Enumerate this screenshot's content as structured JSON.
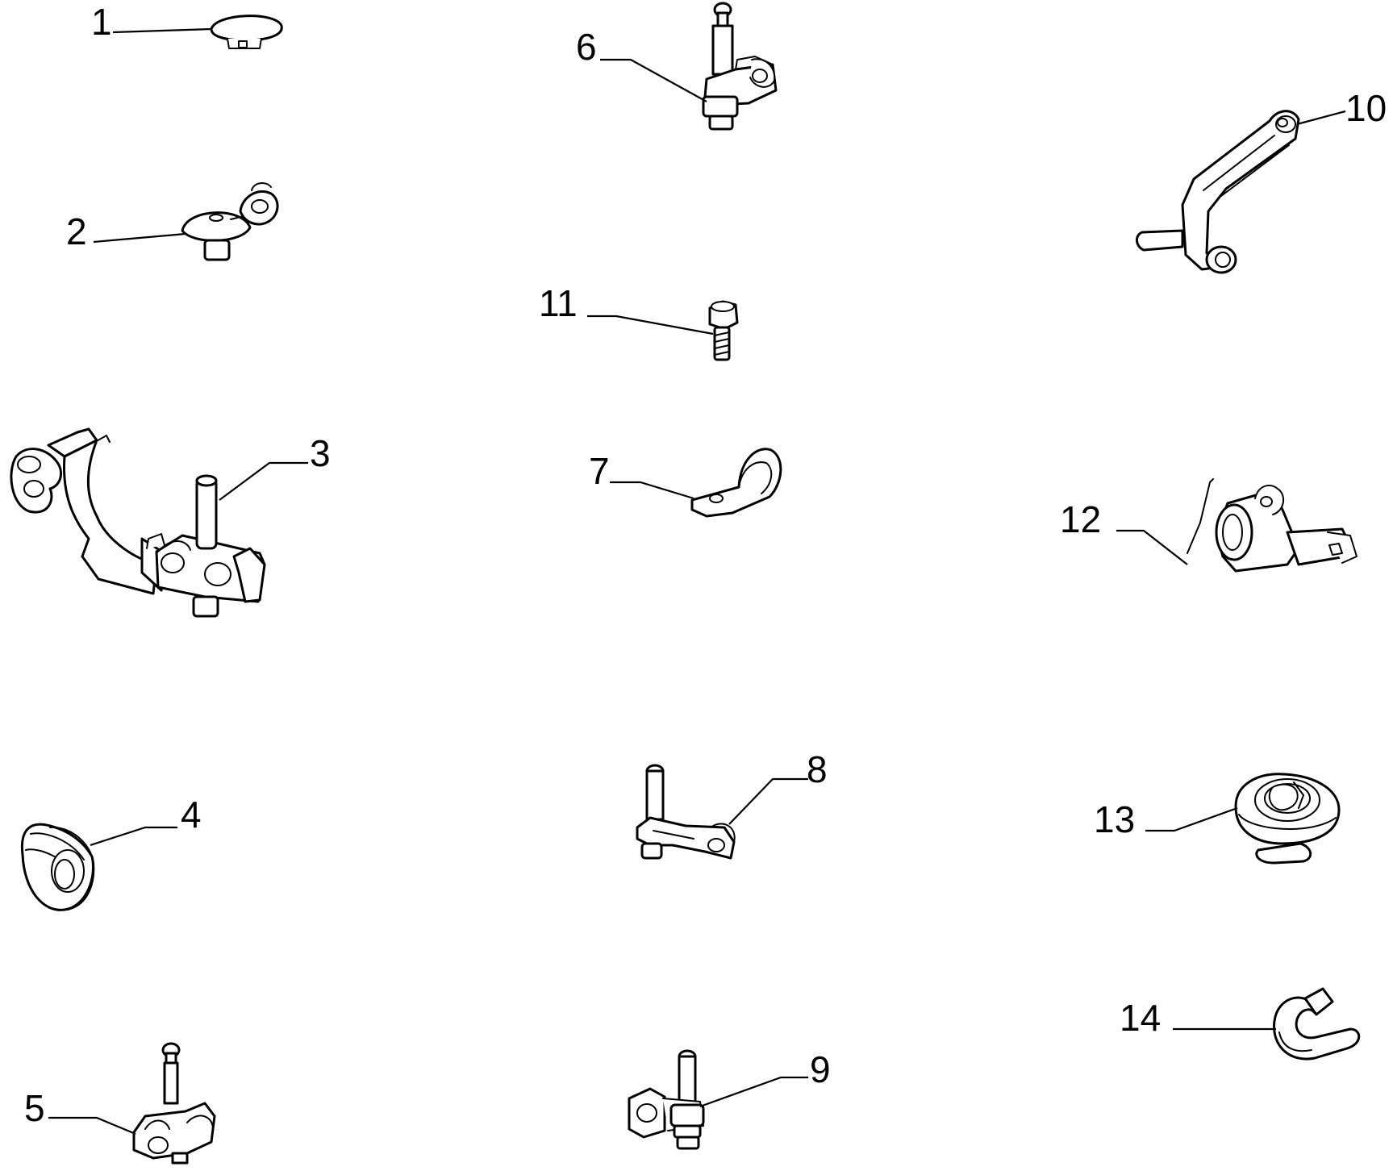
{
  "diagram": {
    "callouts": [
      {
        "id": "1",
        "text": "1"
      },
      {
        "id": "2",
        "text": "2"
      },
      {
        "id": "3",
        "text": "3"
      },
      {
        "id": "4",
        "text": "4"
      },
      {
        "id": "5",
        "text": "5"
      },
      {
        "id": "6",
        "text": "6"
      },
      {
        "id": "7",
        "text": "7"
      },
      {
        "id": "8",
        "text": "8"
      },
      {
        "id": "9",
        "text": "9"
      },
      {
        "id": "10",
        "text": "10"
      },
      {
        "id": "11",
        "text": "11"
      },
      {
        "id": "12",
        "text": "12"
      },
      {
        "id": "13",
        "text": "13"
      },
      {
        "id": "14",
        "text": "14"
      }
    ]
  }
}
